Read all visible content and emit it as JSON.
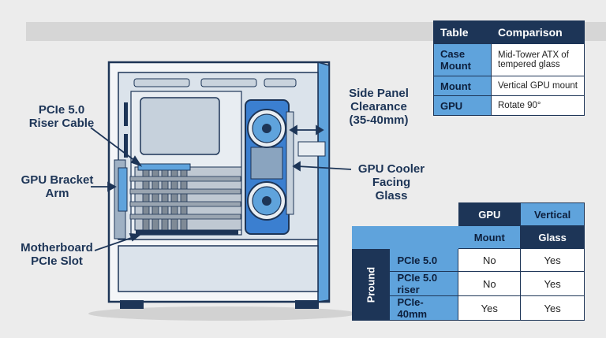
{
  "callouts": {
    "riser_cable": "PCIe 5.0\nRiser Cable",
    "bracket_arm": "GPU Bracket\nArm",
    "motherboard_slot": "Motherboard\nPCIe Slot",
    "side_panel": "Side Panel\nClearance\n(35-40mm)",
    "gpu_cooler": "GPU Cooler\nFacing Glass"
  },
  "table_top": {
    "headers": [
      "Table",
      "Comparison"
    ],
    "rows": [
      {
        "key": "Case Mount",
        "value": "Mid-Tower ATX of tempered glass"
      },
      {
        "key": "Mount",
        "value": "Vertical GPU mount"
      },
      {
        "key": "GPU",
        "value": "Rotate 90°"
      }
    ]
  },
  "table_bottom": {
    "header_top": [
      "GPU",
      "Vertical"
    ],
    "header_sub": [
      "Mount",
      "Glass"
    ],
    "side_label": "Pround",
    "rows": [
      {
        "label": "PCIe 5.0",
        "mount": "No",
        "glass": "Yes"
      },
      {
        "label": "PCIe 5.0 riser",
        "mount": "No",
        "glass": "Yes"
      },
      {
        "label": "PCIe-40mm",
        "mount": "Yes",
        "glass": "Yes"
      }
    ]
  },
  "colors": {
    "navy": "#1d3557",
    "blue": "#5fa3dc",
    "steel": "#3b7fd0"
  }
}
